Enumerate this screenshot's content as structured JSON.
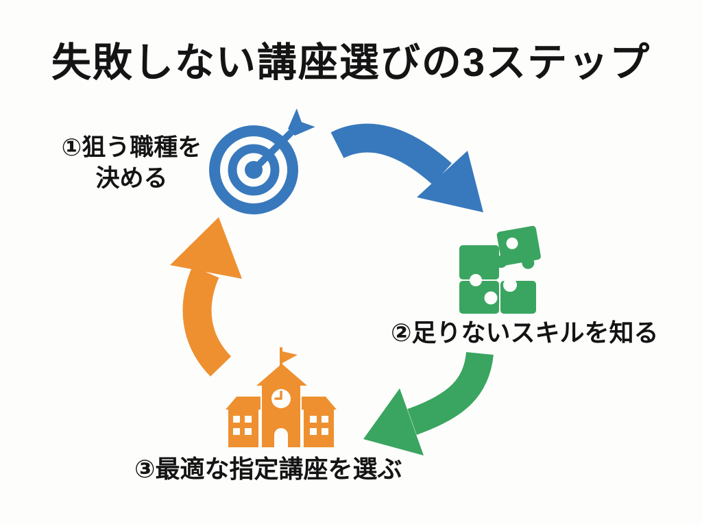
{
  "title": "失敗しない講座選びの3ステップ",
  "colors": {
    "blue": "#3879BD",
    "green": "#3AA560",
    "orange": "#EE9030",
    "text": "#141414",
    "background": "#FDFDFB"
  },
  "steps": [
    {
      "label": "①狙う職種を\n決める",
      "icon": "target-icon",
      "color": "#3879BD"
    },
    {
      "label": "②足りないスキルを知る",
      "icon": "puzzle-icon",
      "color": "#3AA560"
    },
    {
      "label": "③最適な指定講座を選ぶ",
      "icon": "school-icon",
      "color": "#EE9030"
    }
  ],
  "flow": [
    {
      "from": "step-1",
      "to": "step-2",
      "color": "#3879BD"
    },
    {
      "from": "step-2",
      "to": "step-3",
      "color": "#3AA560"
    },
    {
      "from": "step-3",
      "to": "step-1",
      "color": "#EE9030"
    }
  ]
}
